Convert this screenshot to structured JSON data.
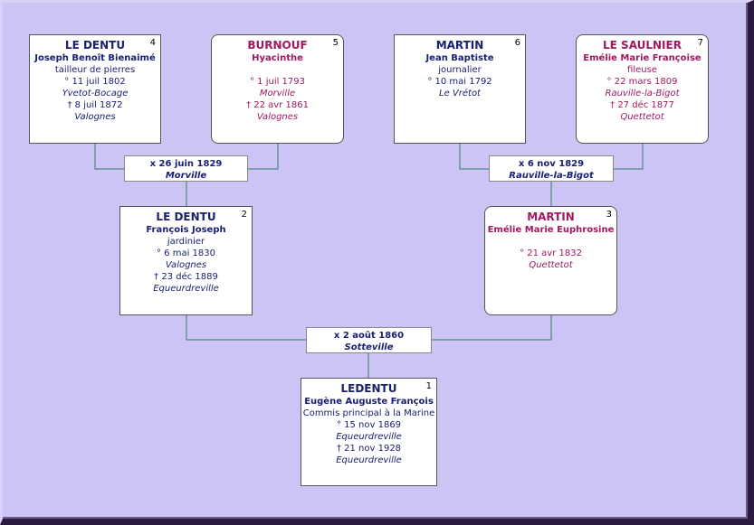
{
  "persons": [
    {
      "id": "p4",
      "num": "4",
      "surname": "LE DENTU",
      "given": "Joseph Benoît Bienaimé",
      "occupation": "tailleur de pierres",
      "birth": "° 11 juil 1802",
      "birth_place": "Yvetot-Bocage",
      "death": "† 8 juil 1872",
      "death_place": "Valognes"
    },
    {
      "id": "p5",
      "num": "5",
      "surname": "BURNOUF",
      "given": "Hyacinthe",
      "occupation": "",
      "birth": "° 1 juil 1793",
      "birth_place": "Morville",
      "death": "† 22 avr 1861",
      "death_place": "Valognes"
    },
    {
      "id": "p6",
      "num": "6",
      "surname": "MARTIN",
      "given": "Jean Baptiste",
      "occupation": "journalier",
      "birth": "° 10 mai 1792",
      "birth_place": "Le Vrétot",
      "death": "",
      "death_place": ""
    },
    {
      "id": "p7",
      "num": "7",
      "surname": "LE SAULNIER",
      "given": "Emélie Marie Françoise",
      "occupation": "fileuse",
      "birth": "° 22 mars 1809",
      "birth_place": "Rauville-la-Bigot",
      "death": "† 27 déc 1877",
      "death_place": "Quettetot"
    },
    {
      "id": "p2",
      "num": "2",
      "surname": "LE DENTU",
      "given": "François Joseph",
      "occupation": "jardinier",
      "birth": "° 6 mai 1830",
      "birth_place": "Valognes",
      "death": "† 23 déc 1889",
      "death_place": "Equeurdreville"
    },
    {
      "id": "p3",
      "num": "3",
      "surname": "MARTIN",
      "given": "Emélie Marie Euphrosine",
      "occupation": "",
      "birth": "° 21 avr 1832",
      "birth_place": "Quettetot",
      "death": "",
      "death_place": ""
    },
    {
      "id": "p1",
      "num": "1",
      "surname": "LEDENTU",
      "given": "Eugène Auguste François",
      "occupation": "Commis principal à la Marine",
      "birth": "° 15 nov 1869",
      "birth_place": "Equeurdreville",
      "death": "† 21 nov 1928",
      "death_place": "Equeurdreville"
    }
  ],
  "marriages": [
    {
      "id": "m45",
      "date": "x 26 juin 1829",
      "place": "Morville"
    },
    {
      "id": "m67",
      "date": "x 6 nov 1829",
      "place": "Rauville-la-Bigot"
    },
    {
      "id": "m23",
      "date": "x 2 août 1860",
      "place": "Sotteville"
    }
  ],
  "colors": {
    "male": "#1a2070",
    "female": "#a01860",
    "line": "#3a7a6a",
    "background": "#ccc4f4"
  }
}
